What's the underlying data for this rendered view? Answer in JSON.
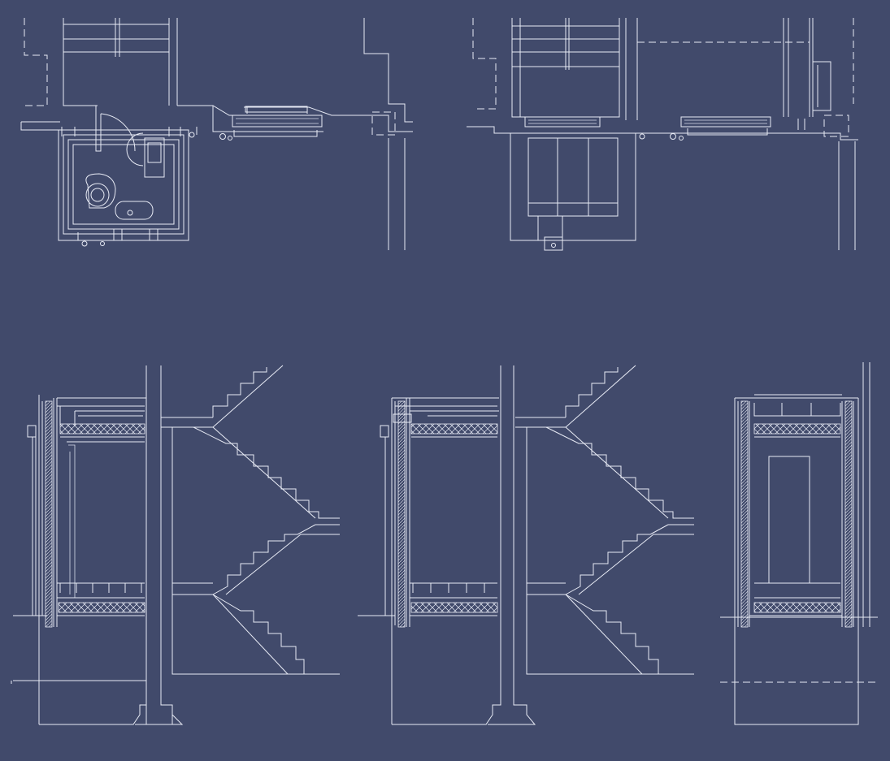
{
  "drawing": {
    "background": "#414a6b",
    "line_color": "#e8ebf5",
    "views": [
      {
        "id": "plan-left",
        "kind": "floor-plan"
      },
      {
        "id": "plan-right",
        "kind": "floor-plan"
      },
      {
        "id": "section-left",
        "kind": "section-with-stair"
      },
      {
        "id": "section-middle",
        "kind": "section-with-stair"
      },
      {
        "id": "section-right",
        "kind": "section"
      }
    ],
    "stairs": {
      "section-left": {
        "upper_flight_steps": 9,
        "lower_flight_steps": 7
      },
      "section-middle": {
        "upper_flight_steps": 9,
        "lower_flight_steps": 7
      }
    }
  }
}
